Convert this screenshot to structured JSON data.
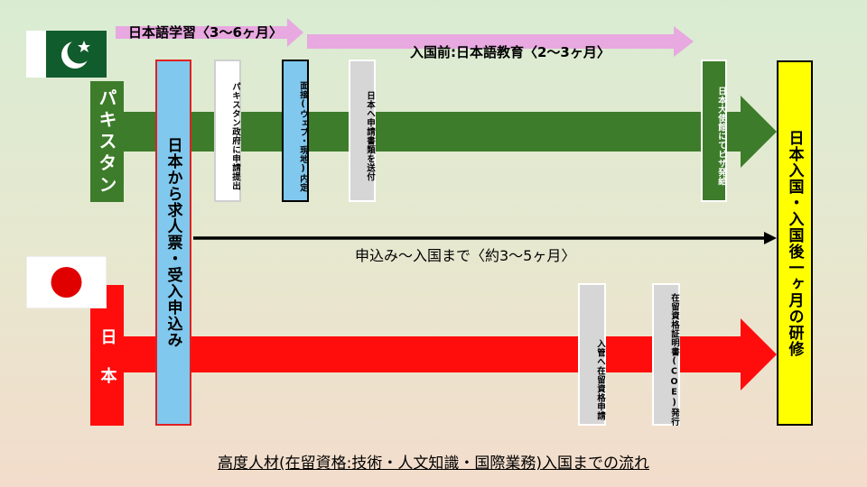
{
  "phase_japanese_study": "日本語学習〈3〜6ヶ月〉",
  "phase_pre_entry": "入国前:日本語教育〈2〜3ヶ月〉",
  "country_pakistan": "パキスタン",
  "country_japan": "日 本",
  "recruit_box": "日本から求人票・受入申込み",
  "steps_pakistan": [
    "パキスタン政府に申請提出",
    "面接(ウェブ・現地)内定",
    "日本へ申請書類を送付",
    "日本大使館にてビザ発給"
  ],
  "steps_japan": [
    "入管へ在留資格申請",
    "在留資格証明書(COE)発行"
  ],
  "timeline_label": "申込み〜入国まで〈約3〜5ヶ月〉",
  "final_box": "日本入国・入国後一ヶ月の研修",
  "footer_title": "高度人材(在留資格:技術・人文知識・国際業務)入国までの流れ",
  "colors": {
    "pakistan_green": "#3d7c2a",
    "japan_red": "#ff0d0d",
    "pink_arrow": "#e8a8e0",
    "light_blue": "#80c8ee",
    "yellow": "#ffff00"
  },
  "icons": [
    "pakistan-flag-icon",
    "japan-flag-icon"
  ]
}
